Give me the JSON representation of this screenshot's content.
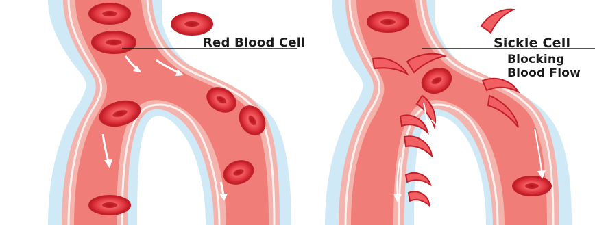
{
  "labels": {
    "normal_cell": "Red Blood Cell",
    "sickle_cell": "Sickle Cell",
    "blocking_line1": "Blocking",
    "blocking_line2": "Blood Flow"
  },
  "colors": {
    "background": "#ffffff",
    "halo": "#cfe9f7",
    "vessel_wall": "#f4b4ae",
    "vessel_lumen": "#f07d77",
    "cell_rim": "#d8323a",
    "cell_center": "#f05a5e",
    "flow_arrow": "#ffffff",
    "leader_line": "#1a1a1a"
  }
}
